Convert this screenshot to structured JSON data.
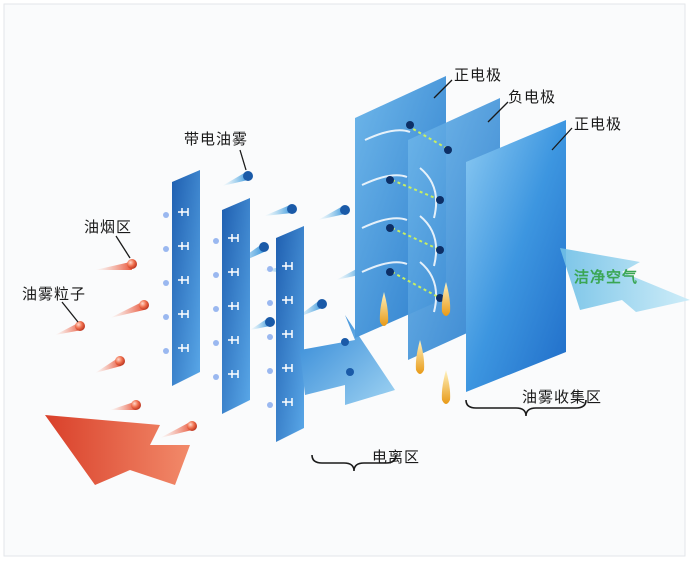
{
  "labels": {
    "positive_electrode_1": "正电极",
    "negative_electrode": "负电极",
    "positive_electrode_2": "正电极",
    "charged_oil_mist": "带电油雾",
    "oil_smoke_zone": "油烟区",
    "oil_mist_particles": "油雾粒子",
    "clean_air": "洁净空气",
    "ionization_zone": "电离区",
    "oil_mist_collection_zone": "油雾收集区"
  },
  "colors": {
    "polluted_air": "#e8553a",
    "ion_panel": "#2f7fd0",
    "collector_panel": "#2a86d8",
    "clean_air": "#8fd0ec",
    "clean_air_text": "#3aa654",
    "oil_droplet": "#f0b530"
  }
}
